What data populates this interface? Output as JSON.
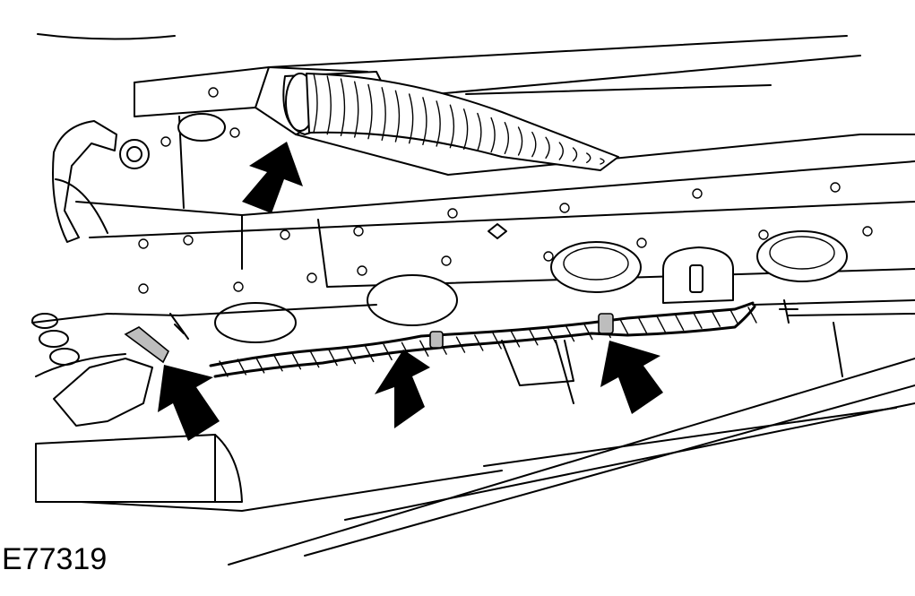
{
  "figure": {
    "reference_code": "E77319"
  },
  "colors": {
    "line": "#000000",
    "background": "#ffffff",
    "shade": "#bdbdbd"
  },
  "callout_arrows": [
    {
      "name": "hose-arrow",
      "points_to": "corrugated-hose-grommet"
    },
    {
      "name": "clip-arrow-left",
      "points_to": "harness-end-clip"
    },
    {
      "name": "clip-arrow-middle",
      "points_to": "harness-middle-clip"
    },
    {
      "name": "clip-arrow-right",
      "points_to": "harness-right-clip"
    }
  ]
}
